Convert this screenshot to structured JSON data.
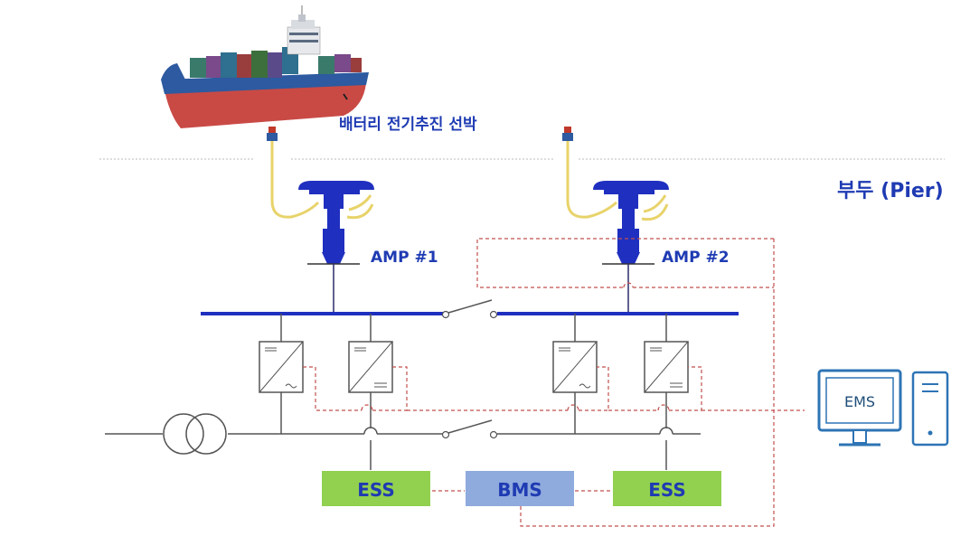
{
  "labels": {
    "ship": "배터리 전기추진 선박",
    "pier": "부두 (Pier)",
    "amp1": "AMP #1",
    "amp2": "AMP #2",
    "ess_left": "ESS",
    "bms": "BMS",
    "ess_right": "ESS",
    "ems": "EMS"
  },
  "colors": {
    "label_blue": "#1f3bb3",
    "bus_blue": "#1f2fbf",
    "ess_green": "#92d050",
    "bms_blue": "#8faadc",
    "control_red": "#c0504d",
    "line_gray": "#555555",
    "computer_blue": "#2e74b5",
    "cable_yellow": "#e8d36a"
  },
  "icons": {
    "ship": "container-ship-icon",
    "amp_unit": "shore-power-connector-icon",
    "converter": "dc-ac-converter-icon",
    "transformer": "transformer-icon",
    "switch": "open-switch-icon",
    "computer": "ems-computer-icon"
  }
}
